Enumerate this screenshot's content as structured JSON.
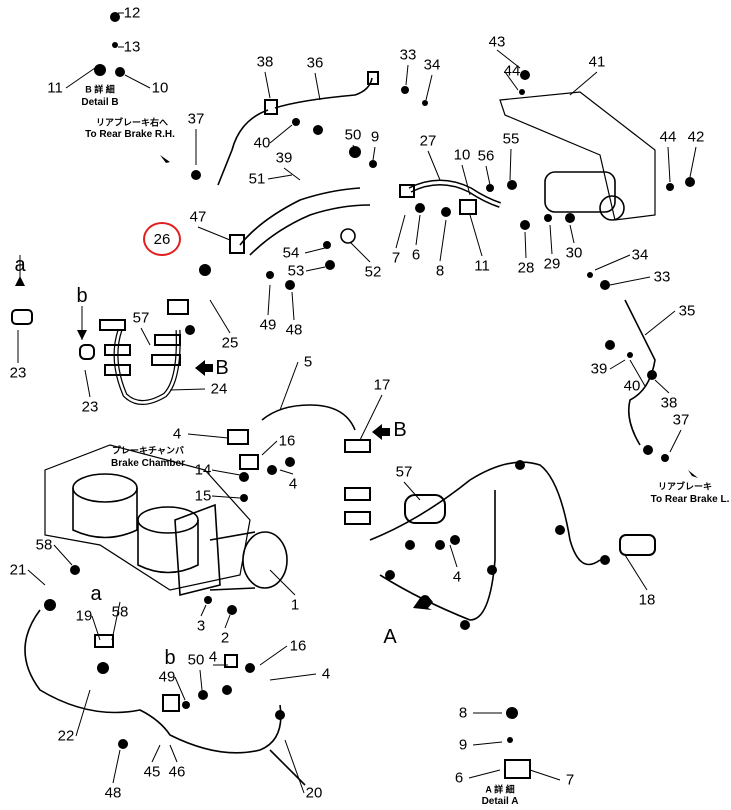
{
  "title": "Brake piping parts diagram",
  "highlight_color": "#e02020",
  "highlighted_part": "26",
  "labels": [
    "12",
    "13",
    "11",
    "10",
    "38",
    "36",
    "33",
    "34",
    "43",
    "44",
    "41",
    "37",
    "40",
    "39",
    "51",
    "50",
    "9",
    "27",
    "55",
    "44",
    "42",
    "10",
    "56",
    "47",
    "26",
    "54",
    "53",
    "52",
    "7",
    "6",
    "8",
    "11",
    "28",
    "29",
    "30",
    "34",
    "33",
    "a",
    "b",
    "23",
    "57",
    "49",
    "48",
    "25",
    "B",
    "24",
    "23",
    "35",
    "39",
    "40",
    "38",
    "37",
    "5",
    "17",
    "B",
    "4",
    "16",
    "14",
    "15",
    "4",
    "57",
    "58",
    "21",
    "a",
    "58",
    "19",
    "3",
    "2",
    "1",
    "4",
    "18",
    "A",
    "b",
    "4",
    "50",
    "16",
    "4",
    "49",
    "22",
    "45",
    "46",
    "48",
    "20",
    "8",
    "9",
    "6",
    "7"
  ],
  "notes": {
    "detail_b_jp": "B 詳 細",
    "detail_b": "Detail B",
    "rear_rh_jp": "リアブレーキ右へ",
    "rear_rh": "To Rear Brake R.H.",
    "rear_l_jp": "リアブレーキ",
    "rear_l": "To Rear Brake L.",
    "chamber_jp": "ブレーキチャンバ",
    "chamber": "Brake Chamber",
    "detail_a_jp": "A 詳 細",
    "detail_a": "Detail A"
  }
}
